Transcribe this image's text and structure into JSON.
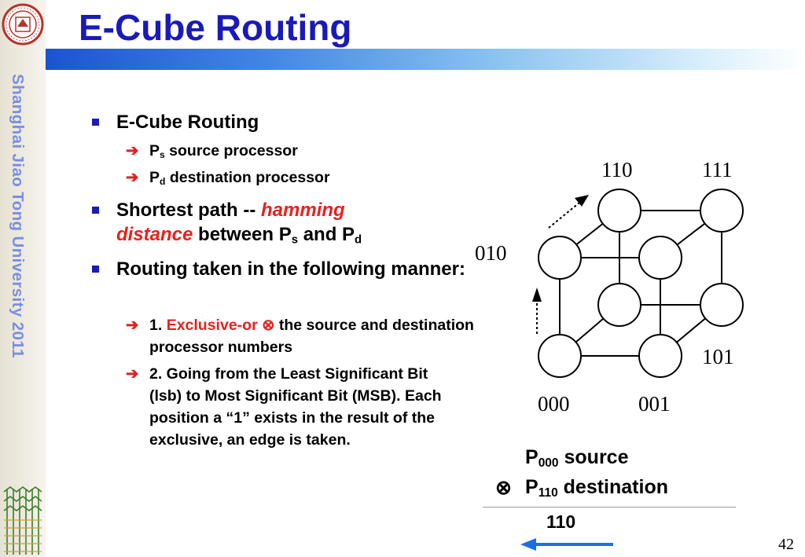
{
  "slide": {
    "title": "E-Cube Routing",
    "sidebar_text": "Shanghai Jiao Tong  University 2011",
    "page_number": "42"
  },
  "bullets": {
    "b1": {
      "text": "E-Cube Routing"
    },
    "b1_1": {
      "pre": "P",
      "sub": "s",
      "post": " source processor"
    },
    "b1_2": {
      "pre": "P",
      "sub": "d",
      "post": " destination processor"
    },
    "b2": {
      "pre": "Shortest path -- ",
      "hl1": "hamming",
      "hl2": "distance",
      "mid": " between P",
      "sub1": "s",
      "and": " and P",
      "sub2": "d"
    },
    "b3": {
      "text": "Routing taken in the following manner:"
    },
    "b3_1": {
      "num": "1. ",
      "hl": "Exclusive-or ⊗",
      "post": " the source and destination processor numbers"
    },
    "b3_2": {
      "text": "2. Going from the Least Significant Bit (lsb) to Most Significant Bit (MSB). Each position a “1” exists in the result of the exclusive,  an edge is taken."
    }
  },
  "diagram": {
    "node_labels": {
      "n110": "110",
      "n111": "111",
      "n010": "010",
      "n101": "101",
      "n000": "000",
      "n001": "001"
    }
  },
  "example": {
    "src_pre": "P",
    "src_sub": "000",
    "src_post": " source",
    "op": "⊗",
    "dst_pre": "P",
    "dst_sub": "110",
    "dst_post": " destination",
    "result": "110"
  },
  "colors": {
    "title": "#1a1ab8",
    "highlight": "#e8211d",
    "arrow": "#1f6fe0",
    "sidebar_text": "#7a8ee0"
  }
}
